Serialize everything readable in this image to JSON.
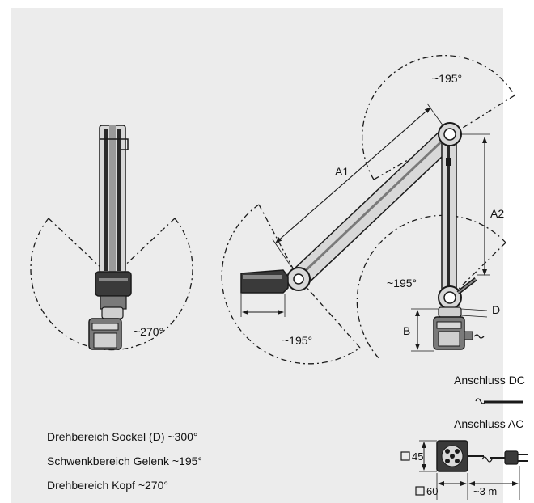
{
  "angles": {
    "head_left": "~270°",
    "top_joint": "~195°",
    "base_sweep": "~195°",
    "lower_joint": "~195°"
  },
  "dims": {
    "a1": "A1",
    "a2": "A2",
    "b": "B",
    "d": "D",
    "sq45": "45",
    "sq60": "60",
    "cable": "~3 m"
  },
  "connectors": {
    "dc": "Anschluss DC",
    "ac": "Anschluss AC"
  },
  "legend": [
    "Drehbereich Sockel (D) ~300°",
    "Schwenkbereich Gelenk ~195°",
    "Drehbereich Kopf ~270°"
  ],
  "colors": {
    "panel": "#ececec",
    "line": "#1a1a1a",
    "body_dark": "#2a2a2a",
    "body_mid": "#7a7a7a",
    "body_light": "#d8d8d8"
  }
}
